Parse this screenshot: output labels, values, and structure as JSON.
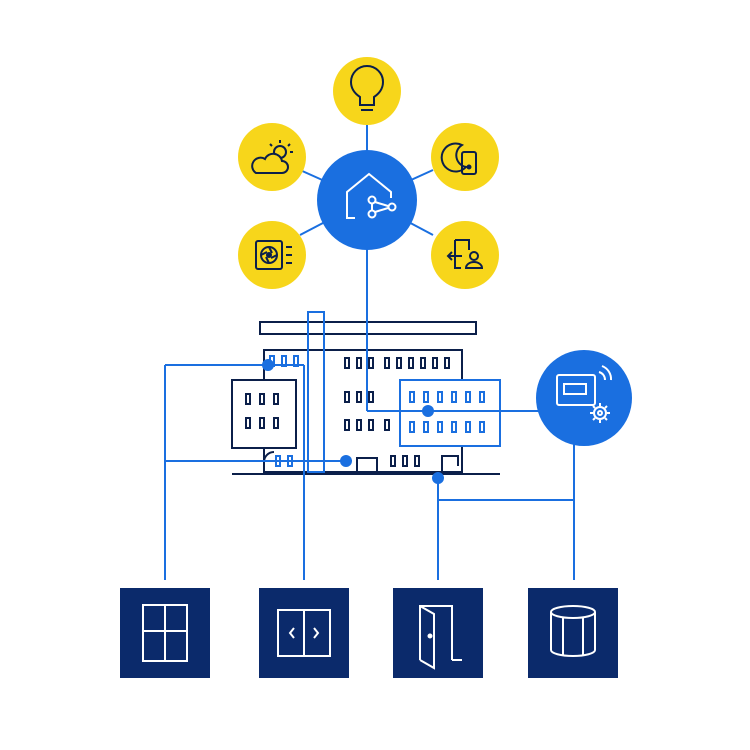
{
  "colors": {
    "background": "#ffffff",
    "yellow": "#f7d61b",
    "blue": "#1a6fe0",
    "navy": "#0b2a6b",
    "stroke_dark": "#0b1f4a",
    "white": "#ffffff"
  },
  "hub": {
    "icon": "smart-home-hub-icon"
  },
  "satellites": [
    {
      "id": "lighting",
      "icon": "light-bulb-icon"
    },
    {
      "id": "night-mode",
      "icon": "moon-phone-icon"
    },
    {
      "id": "access",
      "icon": "badge-exit-icon"
    },
    {
      "id": "hvac",
      "icon": "fan-unit-icon"
    },
    {
      "id": "weather",
      "icon": "sun-cloud-icon"
    }
  ],
  "controller": {
    "icon": "wireless-controller-gear-icon"
  },
  "building": {
    "icon": "office-building-icon"
  },
  "devices": [
    {
      "id": "window",
      "icon": "window-icon"
    },
    {
      "id": "sliding-door",
      "icon": "sliding-door-icon"
    },
    {
      "id": "door",
      "icon": "open-door-icon"
    },
    {
      "id": "revolving-door",
      "icon": "revolving-door-icon"
    }
  ]
}
